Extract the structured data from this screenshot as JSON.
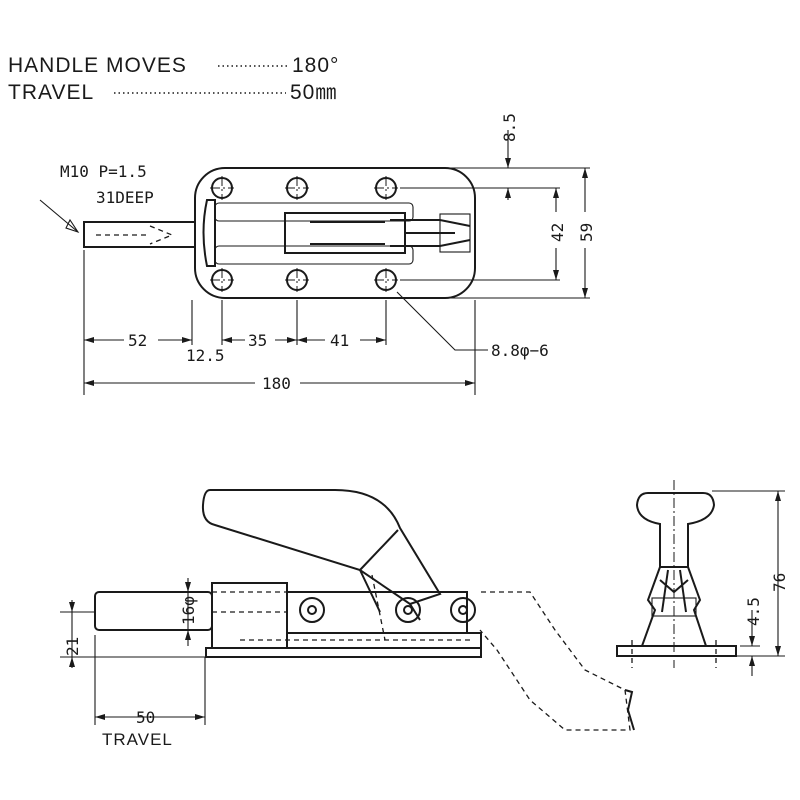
{
  "header": {
    "handle_label": "HANDLE MOVES",
    "handle_value": "180°",
    "travel_label": "TRAVEL",
    "travel_value": "50㎜"
  },
  "top_view": {
    "thread_spec": "M10 P=1.5",
    "thread_depth": "31DEEP",
    "dim_plunger": "52",
    "dim_edge": "12.5",
    "dim_hole_pitch_1": "35",
    "dim_hole_pitch_2": "41",
    "dim_overall_length": "180",
    "dim_top_offset": "8.5",
    "dim_hole_spacing": "42",
    "dim_base_width": "59",
    "hole_callout": "8.8φ−6"
  },
  "side_view": {
    "dim_plunger_dia": "16φ",
    "dim_height": "21",
    "dim_travel": "50",
    "travel_label": "TRAVEL"
  },
  "end_view": {
    "dim_total_height": "76",
    "dim_base_thickness": "4.5"
  }
}
